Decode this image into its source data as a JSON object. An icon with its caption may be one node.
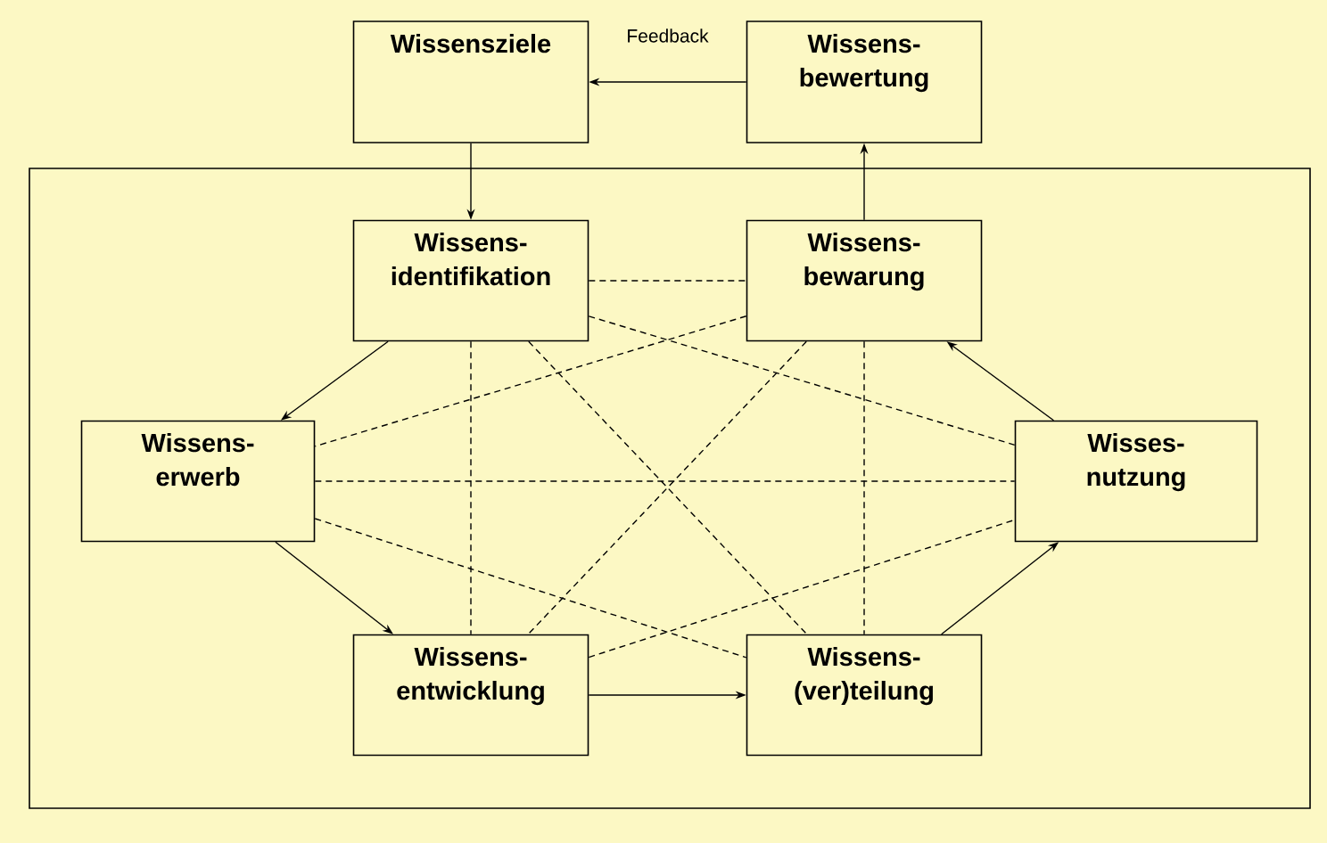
{
  "diagram": {
    "nodes": [
      {
        "text": [
          "Wissensziele"
        ]
      },
      {
        "text": [
          "Wissens- bewertung"
        ]
      },
      {
        "text": [],
        "shape": "box"
      },
      {
        "text": [
          "Wissens- identifikation"
        ],
        "in": 2
      },
      {
        "text": [
          "Wissens- bewarung"
        ],
        "in": 2
      },
      {
        "text": [
          "Wissens- erwerb"
        ],
        "in": 2
      },
      {
        "text": [
          "Wisses- nutzung"
        ],
        "in": 2
      },
      {
        "text": [
          "Wissens- entwicklung"
        ],
        "in": 2
      },
      {
        "text": [
          "Wissens- (ver)teilung"
        ],
        "in": 2
      }
    ],
    "edges": [
      {
        "from": 1,
        "to": 0,
        "arrow": "to",
        "label": "Feedback"
      },
      {
        "from": 0,
        "to": 3,
        "arrow": "to"
      },
      {
        "from": 4,
        "to": 1,
        "arrow": "to"
      },
      {
        "from": 3,
        "to": 5,
        "arrow": "to"
      },
      {
        "from": 5,
        "to": 7,
        "arrow": "to"
      },
      {
        "from": 7,
        "to": 8,
        "arrow": "to"
      },
      {
        "from": 8,
        "to": 6,
        "arrow": "to"
      },
      {
        "from": 6,
        "to": 4,
        "arrow": "to"
      },
      {
        "from": 3,
        "to": 4,
        "arrow": "none",
        "style": "dashed"
      },
      {
        "from": 3,
        "to": 7,
        "arrow": "none",
        "style": "dashed"
      },
      {
        "from": 3,
        "to": 8,
        "arrow": "none",
        "style": "dashed"
      },
      {
        "from": 3,
        "to": 6,
        "arrow": "none",
        "style": "dashed"
      },
      {
        "from": 4,
        "to": 5,
        "arrow": "none",
        "style": "dashed"
      },
      {
        "from": 4,
        "to": 7,
        "arrow": "none",
        "style": "dashed"
      },
      {
        "from": 4,
        "to": 8,
        "arrow": "none",
        "style": "dashed"
      },
      {
        "from": 5,
        "to": 6,
        "arrow": "none",
        "style": "dashed"
      },
      {
        "from": 5,
        "to": 8,
        "arrow": "none",
        "style": "dashed"
      },
      {
        "from": 7,
        "to": 6,
        "arrow": "none",
        "style": "dashed"
      }
    ]
  }
}
